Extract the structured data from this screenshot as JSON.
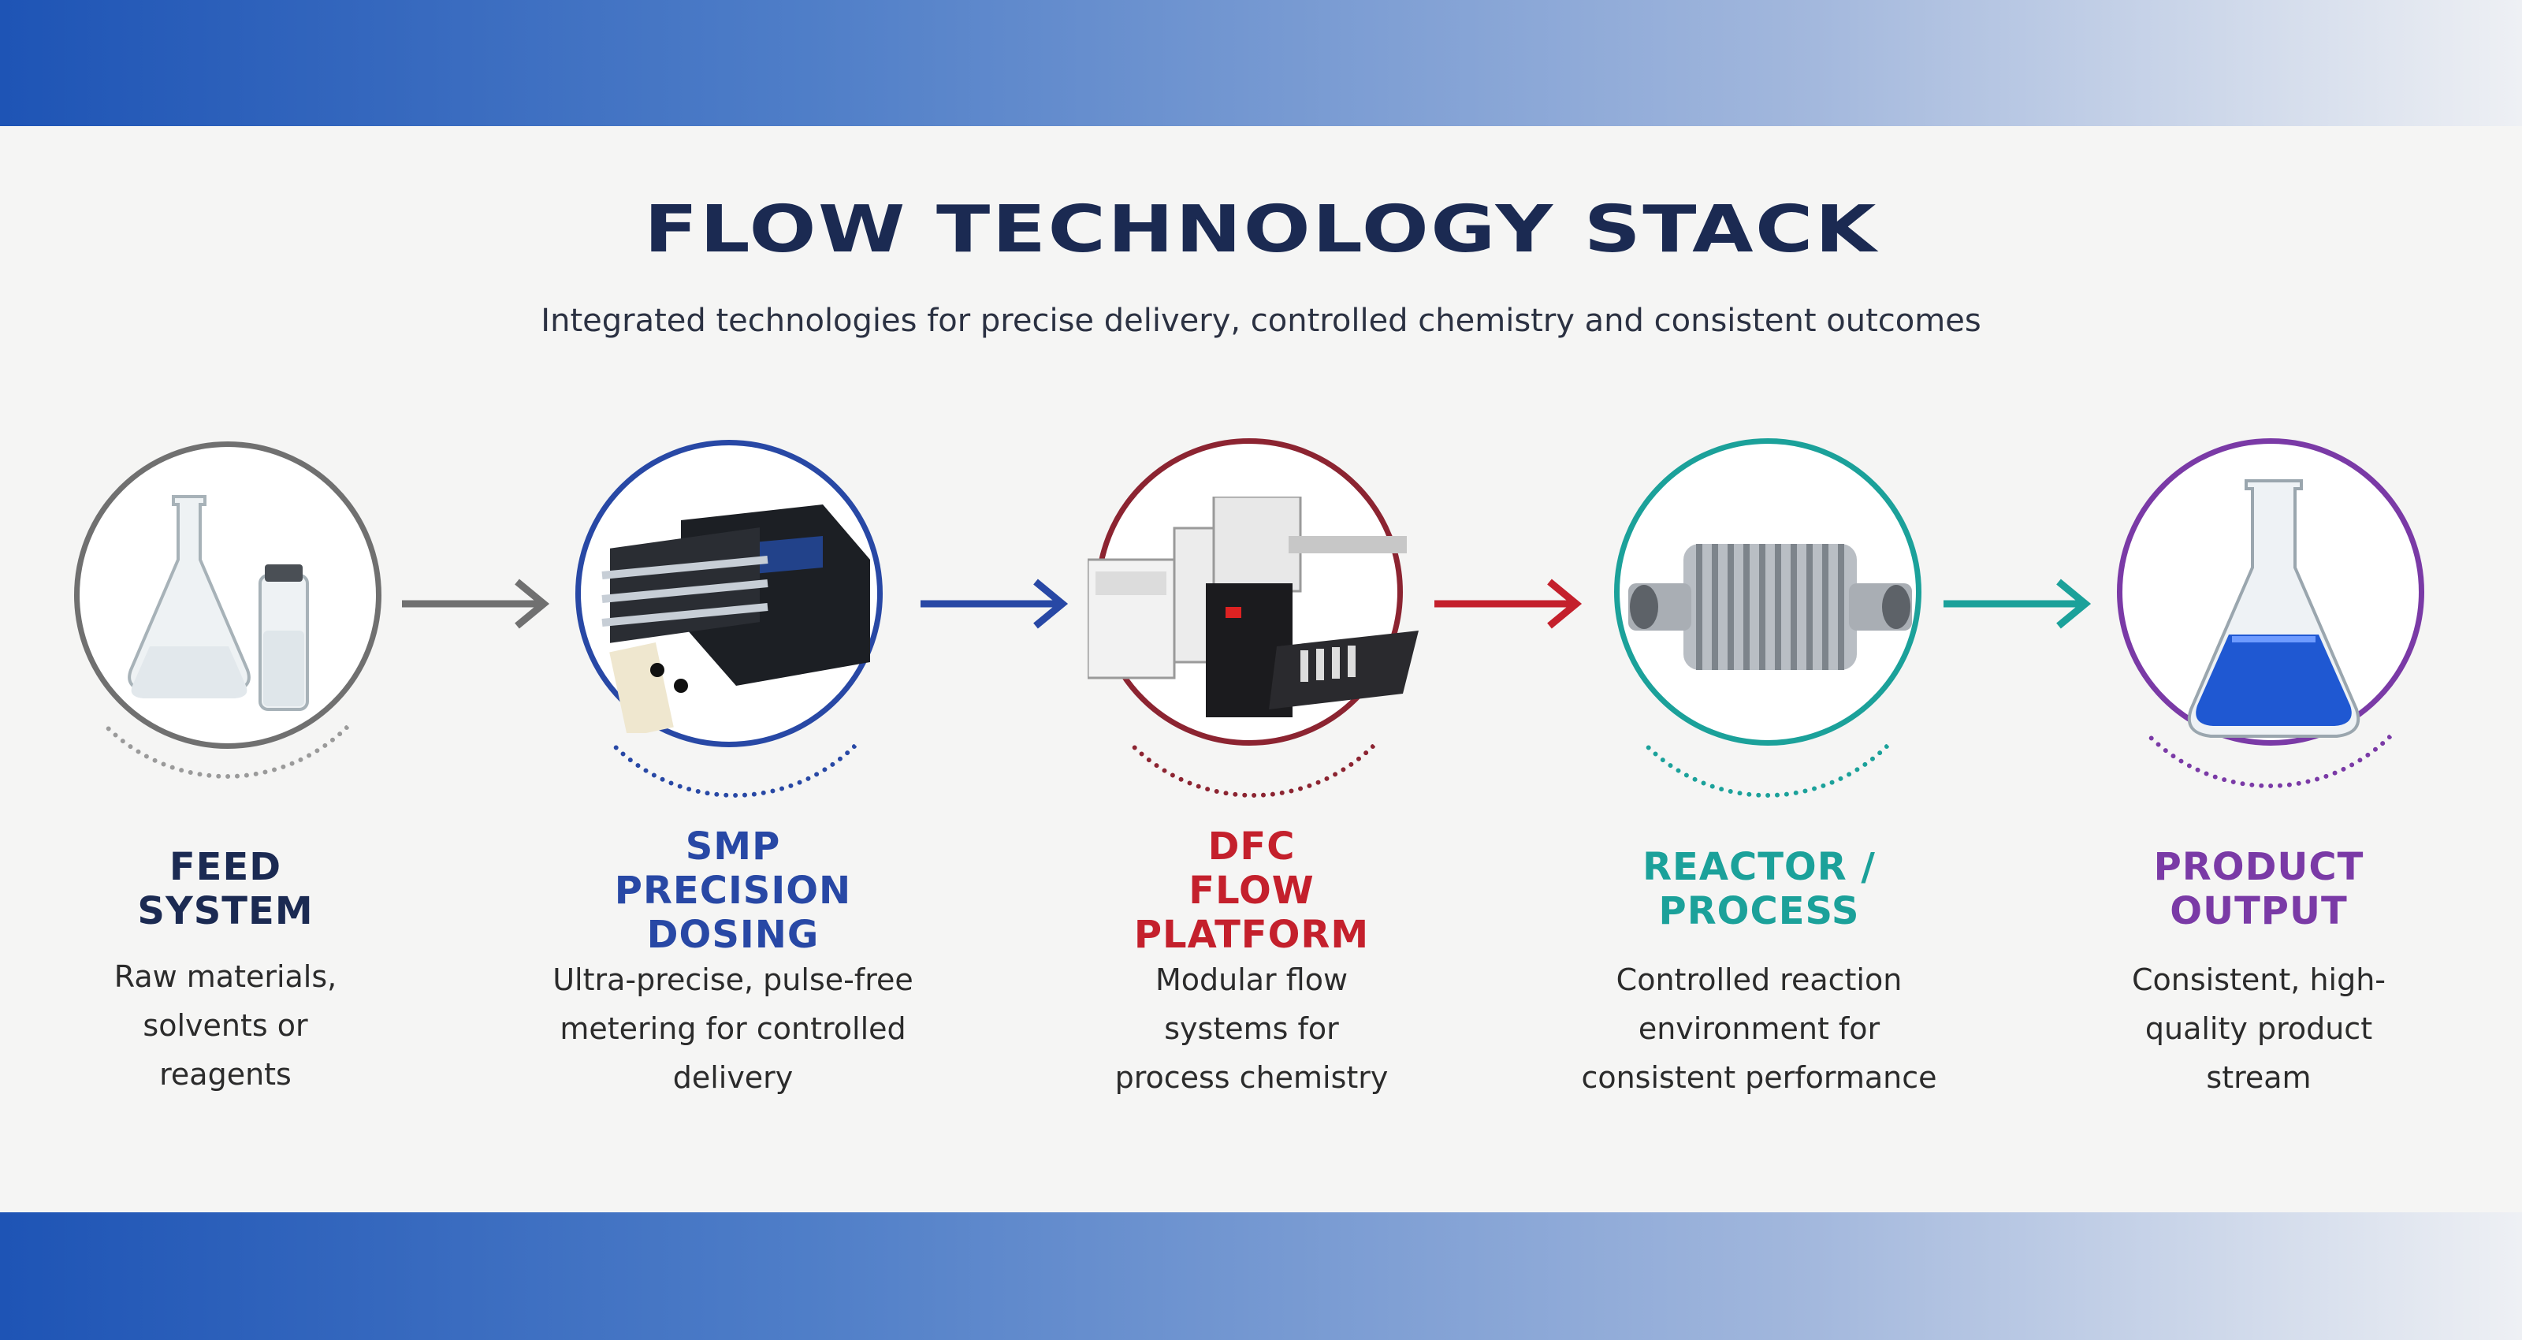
{
  "header": {
    "title": "FLOW TECHNOLOGY STACK",
    "subtitle": "Integrated technologies for precise delivery, controlled chemistry and consistent outcomes"
  },
  "colors": {
    "navy": "#1b2a52",
    "feed": "#707070",
    "smp": "#2848a5",
    "dfc": "#8c2431",
    "dfc_text": "#c4202c",
    "reactor": "#1ba19a",
    "product": "#7a3aa6"
  },
  "steps": [
    {
      "id": "feed",
      "title_lines": [
        "FEED",
        "SYSTEM"
      ],
      "desc_lines": [
        "Raw materials,",
        "solvents or",
        "reagents"
      ],
      "icon": "flask-and-vial-icon"
    },
    {
      "id": "smp",
      "title_lines": [
        "SMP",
        "PRECISION",
        "DOSING"
      ],
      "desc_lines": [
        "Ultra-precise, pulse-free",
        "metering for controlled",
        "delivery"
      ],
      "icon": "syringe-pump-icon"
    },
    {
      "id": "dfc",
      "title_lines": [
        "DFC",
        "FLOW",
        "PLATFORM"
      ],
      "desc_lines": [
        "Modular flow",
        "systems for",
        "process chemistry"
      ],
      "icon": "flow-platform-icon"
    },
    {
      "id": "reactor",
      "title_lines": [
        "REACTOR /",
        "PROCESS"
      ],
      "desc_lines": [
        "Controlled reaction",
        "environment for",
        "consistent performance"
      ],
      "icon": "coil-reactor-icon"
    },
    {
      "id": "product",
      "title_lines": [
        "PRODUCT",
        "OUTPUT"
      ],
      "desc_lines": [
        "Consistent, high-",
        "quality product",
        "stream"
      ],
      "icon": "blue-flask-icon"
    }
  ]
}
